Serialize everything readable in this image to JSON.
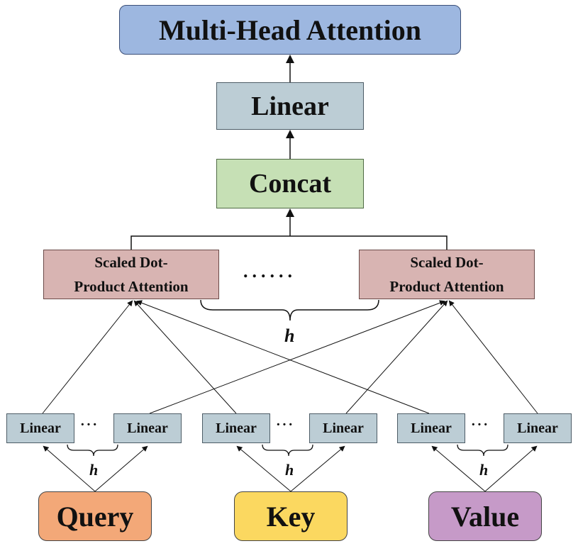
{
  "title": "Multi-Head Attention",
  "linear_top": "Linear",
  "concat": "Concat",
  "sdpa": {
    "line1": "Scaled Dot-",
    "line2": "Product Attention"
  },
  "sdpa_dots": "......",
  "h_symbol": "h",
  "linear_small": "Linear",
  "small_dots": "···",
  "inputs": {
    "query": "Query",
    "key": "Key",
    "value": "Value"
  }
}
